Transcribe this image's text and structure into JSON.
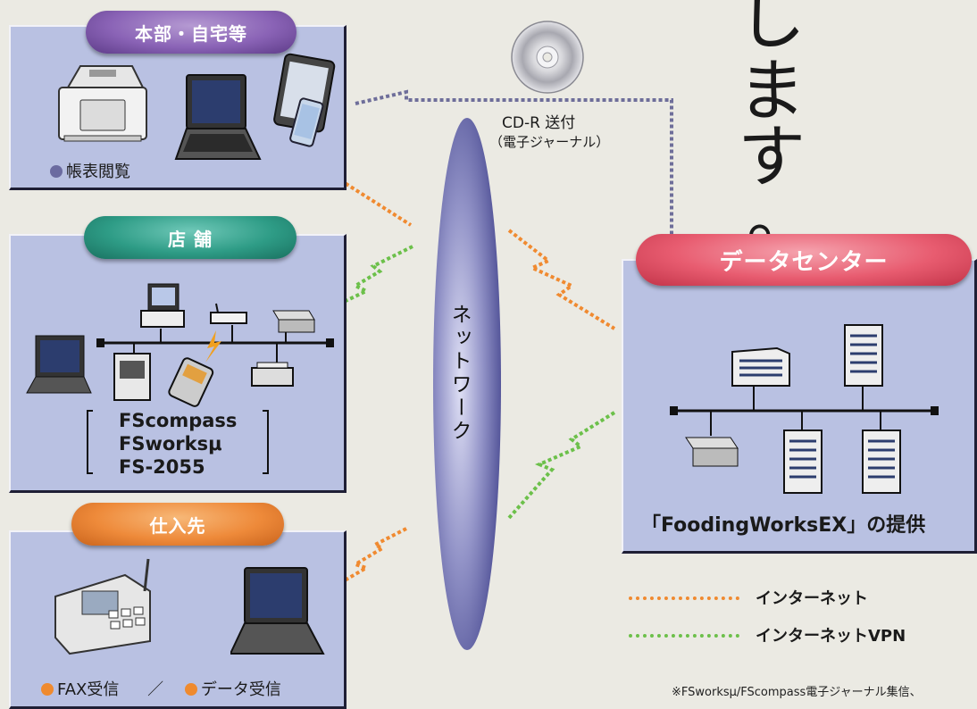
{
  "headline": {
    "char1": "し",
    "char2": "ま",
    "char3": "す",
    "char4": "。"
  },
  "hq": {
    "label": "本部・自宅等",
    "caption": "帳表閲覧"
  },
  "store": {
    "label": "店 舗",
    "products": [
      "FScompass",
      "FSworksμ",
      "FS-2055"
    ]
  },
  "supplier": {
    "label": "仕入先",
    "caption_fax": "FAX受信",
    "separator": "／",
    "caption_data": "データ受信"
  },
  "network": {
    "label": "ネットワーク"
  },
  "cd": {
    "label": "CD-R 送付",
    "sublabel": "（電子ジャーナル）"
  },
  "datacenter": {
    "label": "データセンター",
    "caption": "「FoodingWorksEX」の提供"
  },
  "legend": {
    "internet": "インターネット",
    "vpn": "インターネットVPN"
  },
  "footnote": {
    "line1": "※FSworksμ/FScompass電子ジャーナル集信、"
  },
  "colors": {
    "internet": "#f08a30",
    "vpn": "#6cc04a",
    "cd_link": "#6e6e9a",
    "panel": "#b9c1e2"
  }
}
